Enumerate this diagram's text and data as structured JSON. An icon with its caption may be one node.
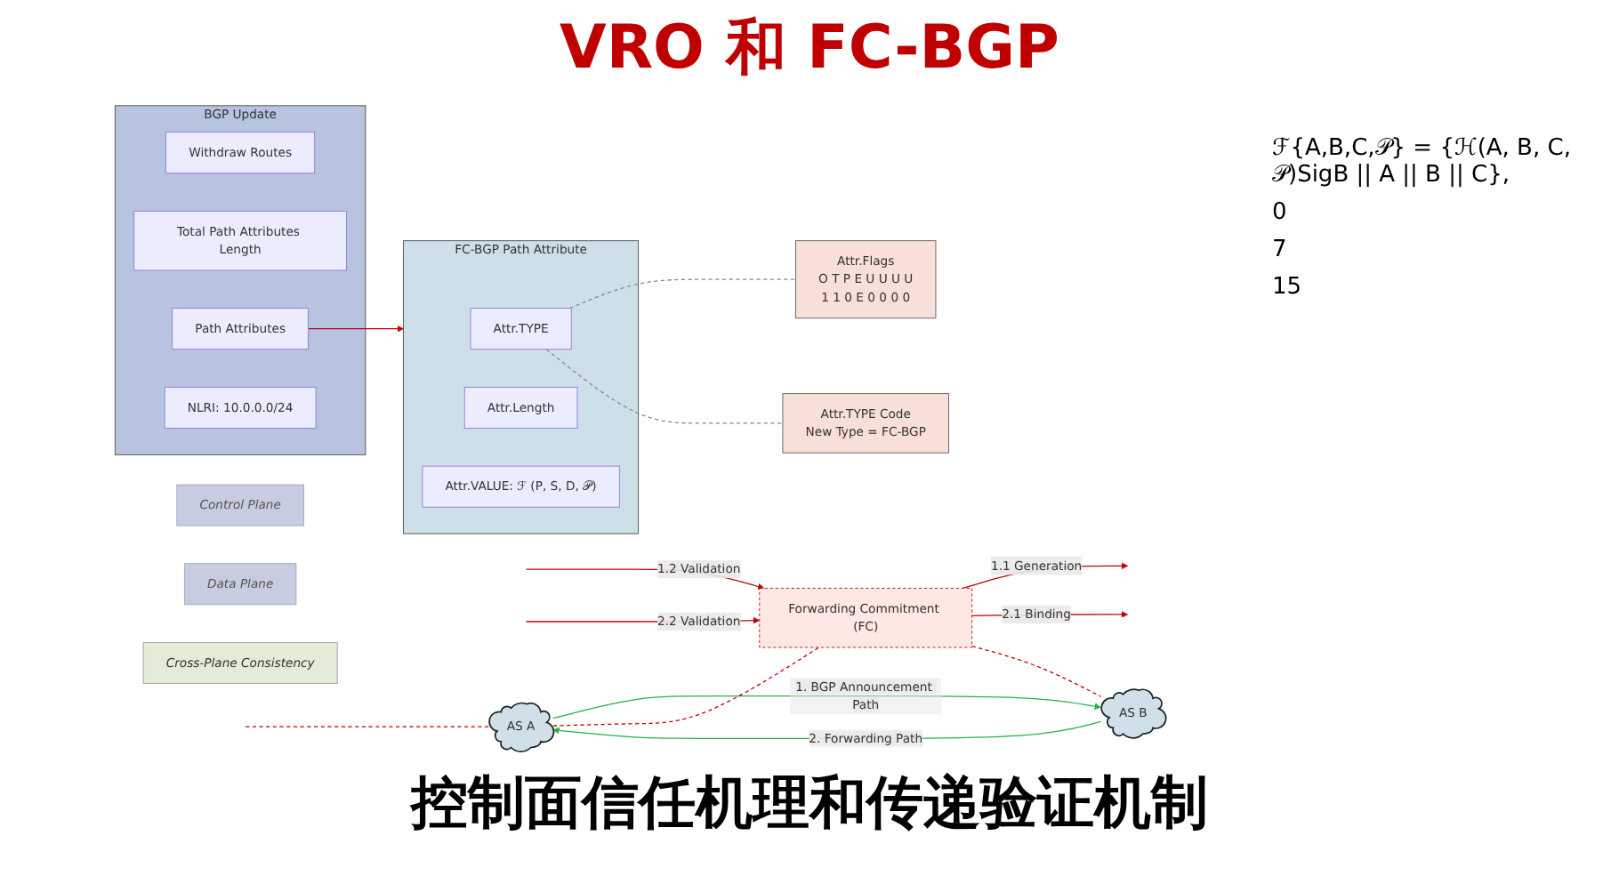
{
  "diagram": {
    "title": "VRO 和 FC-BGP",
    "caption": "控制面信任机理和传递验证机制",
    "nodes": [
      {
        "text": [
          "Control Plane"
        ]
      },
      {
        "text": [
          "Data Plane"
        ]
      },
      {
        "text": [
          "AS A"
        ]
      },
      {
        "text": [
          "Forwarding Commitment (FC)"
        ]
      },
      {
        "text": [
          "AS B"
        ]
      },
      {
        "text": [
          "Cross-Plane Consistency"
        ]
      },
      {
        "text": [
          "BGP Update"
        ]
      },
      {
        "text": [
          "Withdraw Routes"
        ],
        "in": 6
      },
      {
        "text": [
          "Total Path Attributes Length"
        ],
        "in": 6
      },
      {
        "text": [
          "Path Attributes"
        ],
        "in": 6
      },
      {
        "text": [
          "NLRI: 10.0.0.0/24"
        ],
        "in": 6
      },
      {
        "text": [
          "FC-BGP Path Attribute"
        ]
      },
      {
        "text": [
          "Attr.TYPE"
        ],
        "in": 11
      },
      {
        "text": [
          "Attr.Length"
        ],
        "in": 11
      },
      {
        "text": [
          "Attr.VALUE: ℱ (P, S, D, 𝒫)"
        ],
        "in": 11
      },
      {
        "text": [
          "Attr.Flags",
          "O T P E U U U U",
          "1 1 0 E 0 0 0 0"
        ]
      },
      {
        "text": [
          "Attr.TYPE Code",
          "New Type = FC-BGP"
        ]
      }
    ],
    "edges": [
      {
        "from": 2,
        "to": 4,
        "arrow": "to",
        "label": "1. BGP Announcement Path",
        "color": "#22b14c"
      },
      {
        "from": 4,
        "to": 2,
        "arrow": "to",
        "label": "2. Forwarding Path",
        "color": "#22b14c"
      },
      {
        "from": 3,
        "to": null,
        "arrow": "to",
        "label": "1.1 Generation",
        "color": "#c00000"
      },
      {
        "from": null,
        "to": 3,
        "arrow": "to",
        "label": "1.2 Validation",
        "color": "#c00000"
      },
      {
        "from": null,
        "to": 3,
        "arrow": "to",
        "label": "2.2 Validation",
        "color": "#c00000"
      },
      {
        "from": 3,
        "to": null,
        "arrow": "to",
        "label": "2.1 Binding",
        "color": "#c00000"
      },
      {
        "from": null,
        "to": 2,
        "arrow": "none",
        "style": "dashed",
        "color": "#c00000"
      },
      {
        "from": 2,
        "to": 3,
        "arrow": "none",
        "style": "dashed",
        "color": "#c00000"
      },
      {
        "from": 3,
        "to": 4,
        "arrow": "none",
        "style": "dashed",
        "color": "#c00000"
      },
      {
        "from": 9,
        "to": 11,
        "arrow": "to",
        "color": "#c00000"
      },
      {
        "from": 12,
        "to": 15,
        "arrow": "none",
        "style": "dashed",
        "color": "#888888"
      },
      {
        "from": 12,
        "to": 16,
        "arrow": "none",
        "style": "dashed",
        "color": "#888888"
      }
    ],
    "labels": [
      "ℱ{A,B,C,𝒫} = {ℋ(A, B, C, 𝒫)SigB || A || B || C},",
      "0",
      "7",
      "15"
    ]
  }
}
